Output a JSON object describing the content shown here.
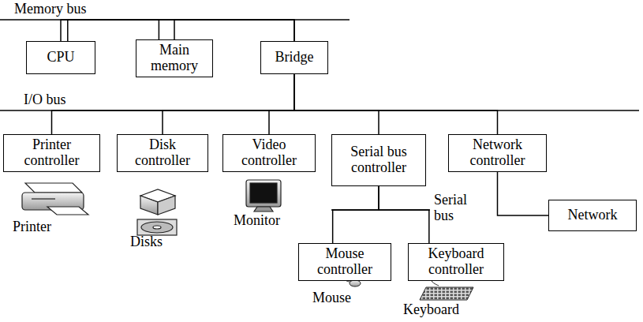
{
  "diagram": {
    "nodes": [
      {
        "text": [
          "CPU"
        ]
      },
      {
        "text": [
          "Main memory"
        ]
      },
      {
        "text": [
          "Bridge"
        ]
      },
      {
        "text": [
          "Printer controller"
        ]
      },
      {
        "text": [
          "Disk controller"
        ]
      },
      {
        "text": [
          "Video controller"
        ]
      },
      {
        "text": [
          "Serial bus controller"
        ]
      },
      {
        "text": [
          "Network controller"
        ]
      },
      {
        "text": [
          "Network"
        ]
      },
      {
        "text": [
          "Mouse controller"
        ]
      },
      {
        "text": [
          "Keyboard controller"
        ]
      }
    ],
    "edges": [
      {
        "from": 0,
        "to": 2,
        "arrow": "none"
      },
      {
        "from": 1,
        "to": 2,
        "arrow": "none"
      },
      {
        "from": 0,
        "to": 1,
        "arrow": "none"
      },
      {
        "from": 2,
        "to": 3,
        "arrow": "none"
      },
      {
        "from": 2,
        "to": 4,
        "arrow": "none"
      },
      {
        "from": 2,
        "to": 5,
        "arrow": "none"
      },
      {
        "from": 2,
        "to": 6,
        "arrow": "none"
      },
      {
        "from": 2,
        "to": 7,
        "arrow": "none"
      },
      {
        "from": 7,
        "to": 8,
        "arrow": "none"
      },
      {
        "from": 6,
        "to": 9,
        "arrow": "none"
      },
      {
        "from": 6,
        "to": 10,
        "arrow": "none"
      }
    ],
    "labels": [
      "Memory bus",
      "I/O bus",
      "Serial bus",
      "Printer",
      "Disks",
      "Monitor",
      "Mouse",
      "Keyboard"
    ]
  }
}
